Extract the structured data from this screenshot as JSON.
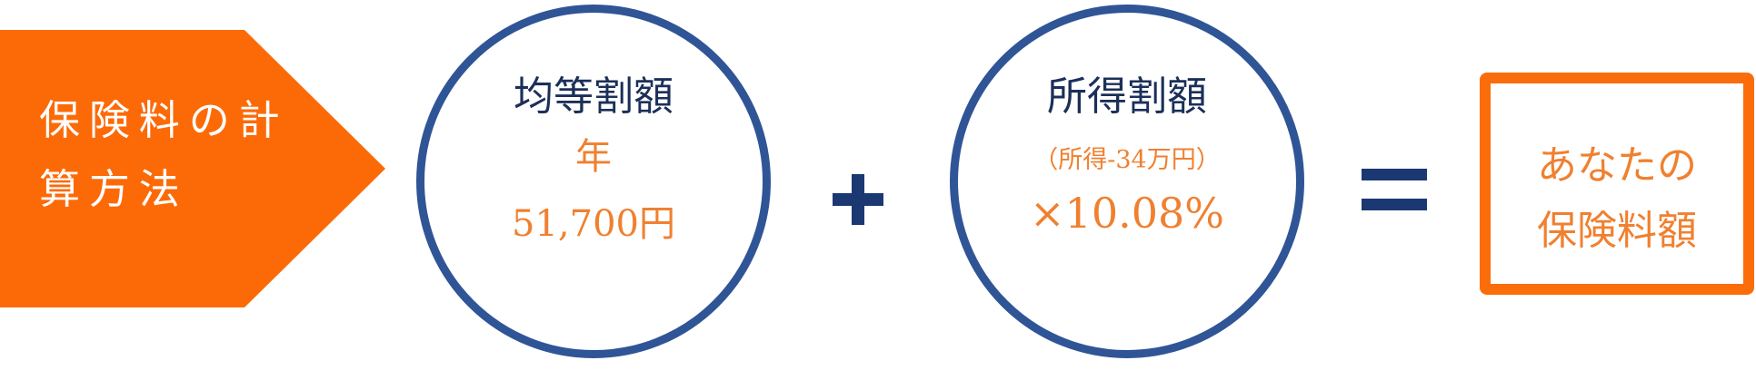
{
  "method": {
    "line1": "保険料の計",
    "line2": "算方法"
  },
  "per_capita": {
    "title": "均等割額",
    "period": "年",
    "amount": "51,700円"
  },
  "plus_symbol": "+",
  "income_based": {
    "title": "所得割額",
    "formula": "（所得-34万円）",
    "rate": "×10.08%"
  },
  "equals_symbol": "=",
  "result": {
    "line1": "あなたの",
    "line2": "保険料額"
  },
  "colors": {
    "orange": "#fc6a08",
    "orange_text": "#f08030",
    "navy_ring": "#2f5596",
    "navy_symbol": "#1c3873",
    "navy_text": "#1b2f59"
  }
}
